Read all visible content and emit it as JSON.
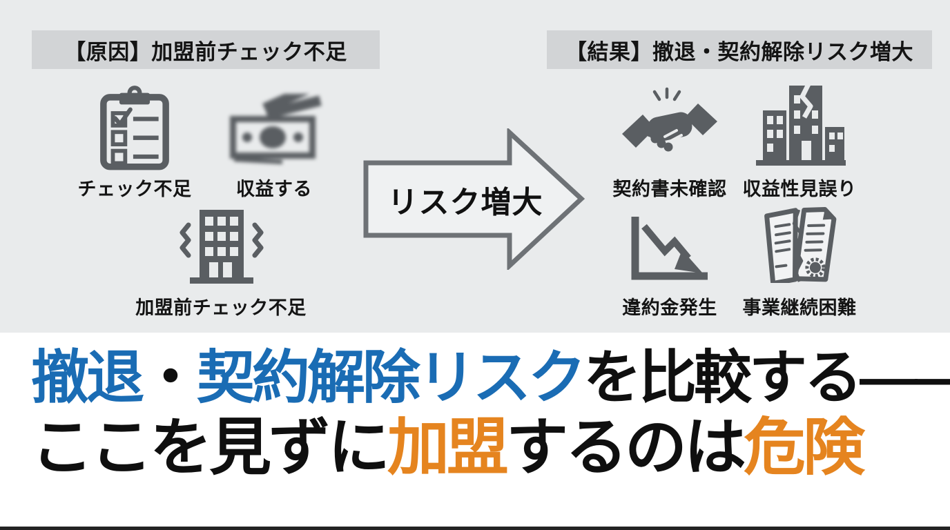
{
  "top": {
    "cause_header": "【原因】加盟前チェック不足",
    "result_header": "【結果】撤退・契約解除リスク増大",
    "arrow_label": "リスク増大",
    "cause_items": [
      {
        "icon": "checklist-clipboard-icon",
        "label": "チェック不足"
      },
      {
        "icon": "money-bills-icon",
        "label": "収益する"
      },
      {
        "icon": "shaking-building-icon",
        "label": "加盟前チェック不足"
      }
    ],
    "result_items": [
      {
        "icon": "handshake-icon",
        "label": "契約書未確認"
      },
      {
        "icon": "cracked-buildings-icon",
        "label": "収益性見誤り"
      },
      {
        "icon": "declining-chart-icon",
        "label": "違約金発生"
      },
      {
        "icon": "torn-contract-icon",
        "label": "事業継続困難"
      }
    ]
  },
  "headline": {
    "line1": [
      {
        "text": "撤退",
        "color": "blue"
      },
      {
        "text": "・",
        "color": "black"
      },
      {
        "text": "契約解除リスク",
        "color": "blue"
      },
      {
        "text": "を比較する――",
        "color": "black"
      }
    ],
    "line2": [
      {
        "text": "ここを見ずに",
        "color": "black"
      },
      {
        "text": "加盟",
        "color": "orange"
      },
      {
        "text": "するのは",
        "color": "black"
      },
      {
        "text": "危険",
        "color": "orange"
      }
    ]
  },
  "colors": {
    "headline_blue": "#1a6cb4",
    "headline_orange": "#e5841f",
    "headline_black": "#0f0f0f",
    "icon_gray": "#5a5e62",
    "header_box_bg": "#d2d4d6",
    "top_section_bg": "#e9ebec"
  }
}
